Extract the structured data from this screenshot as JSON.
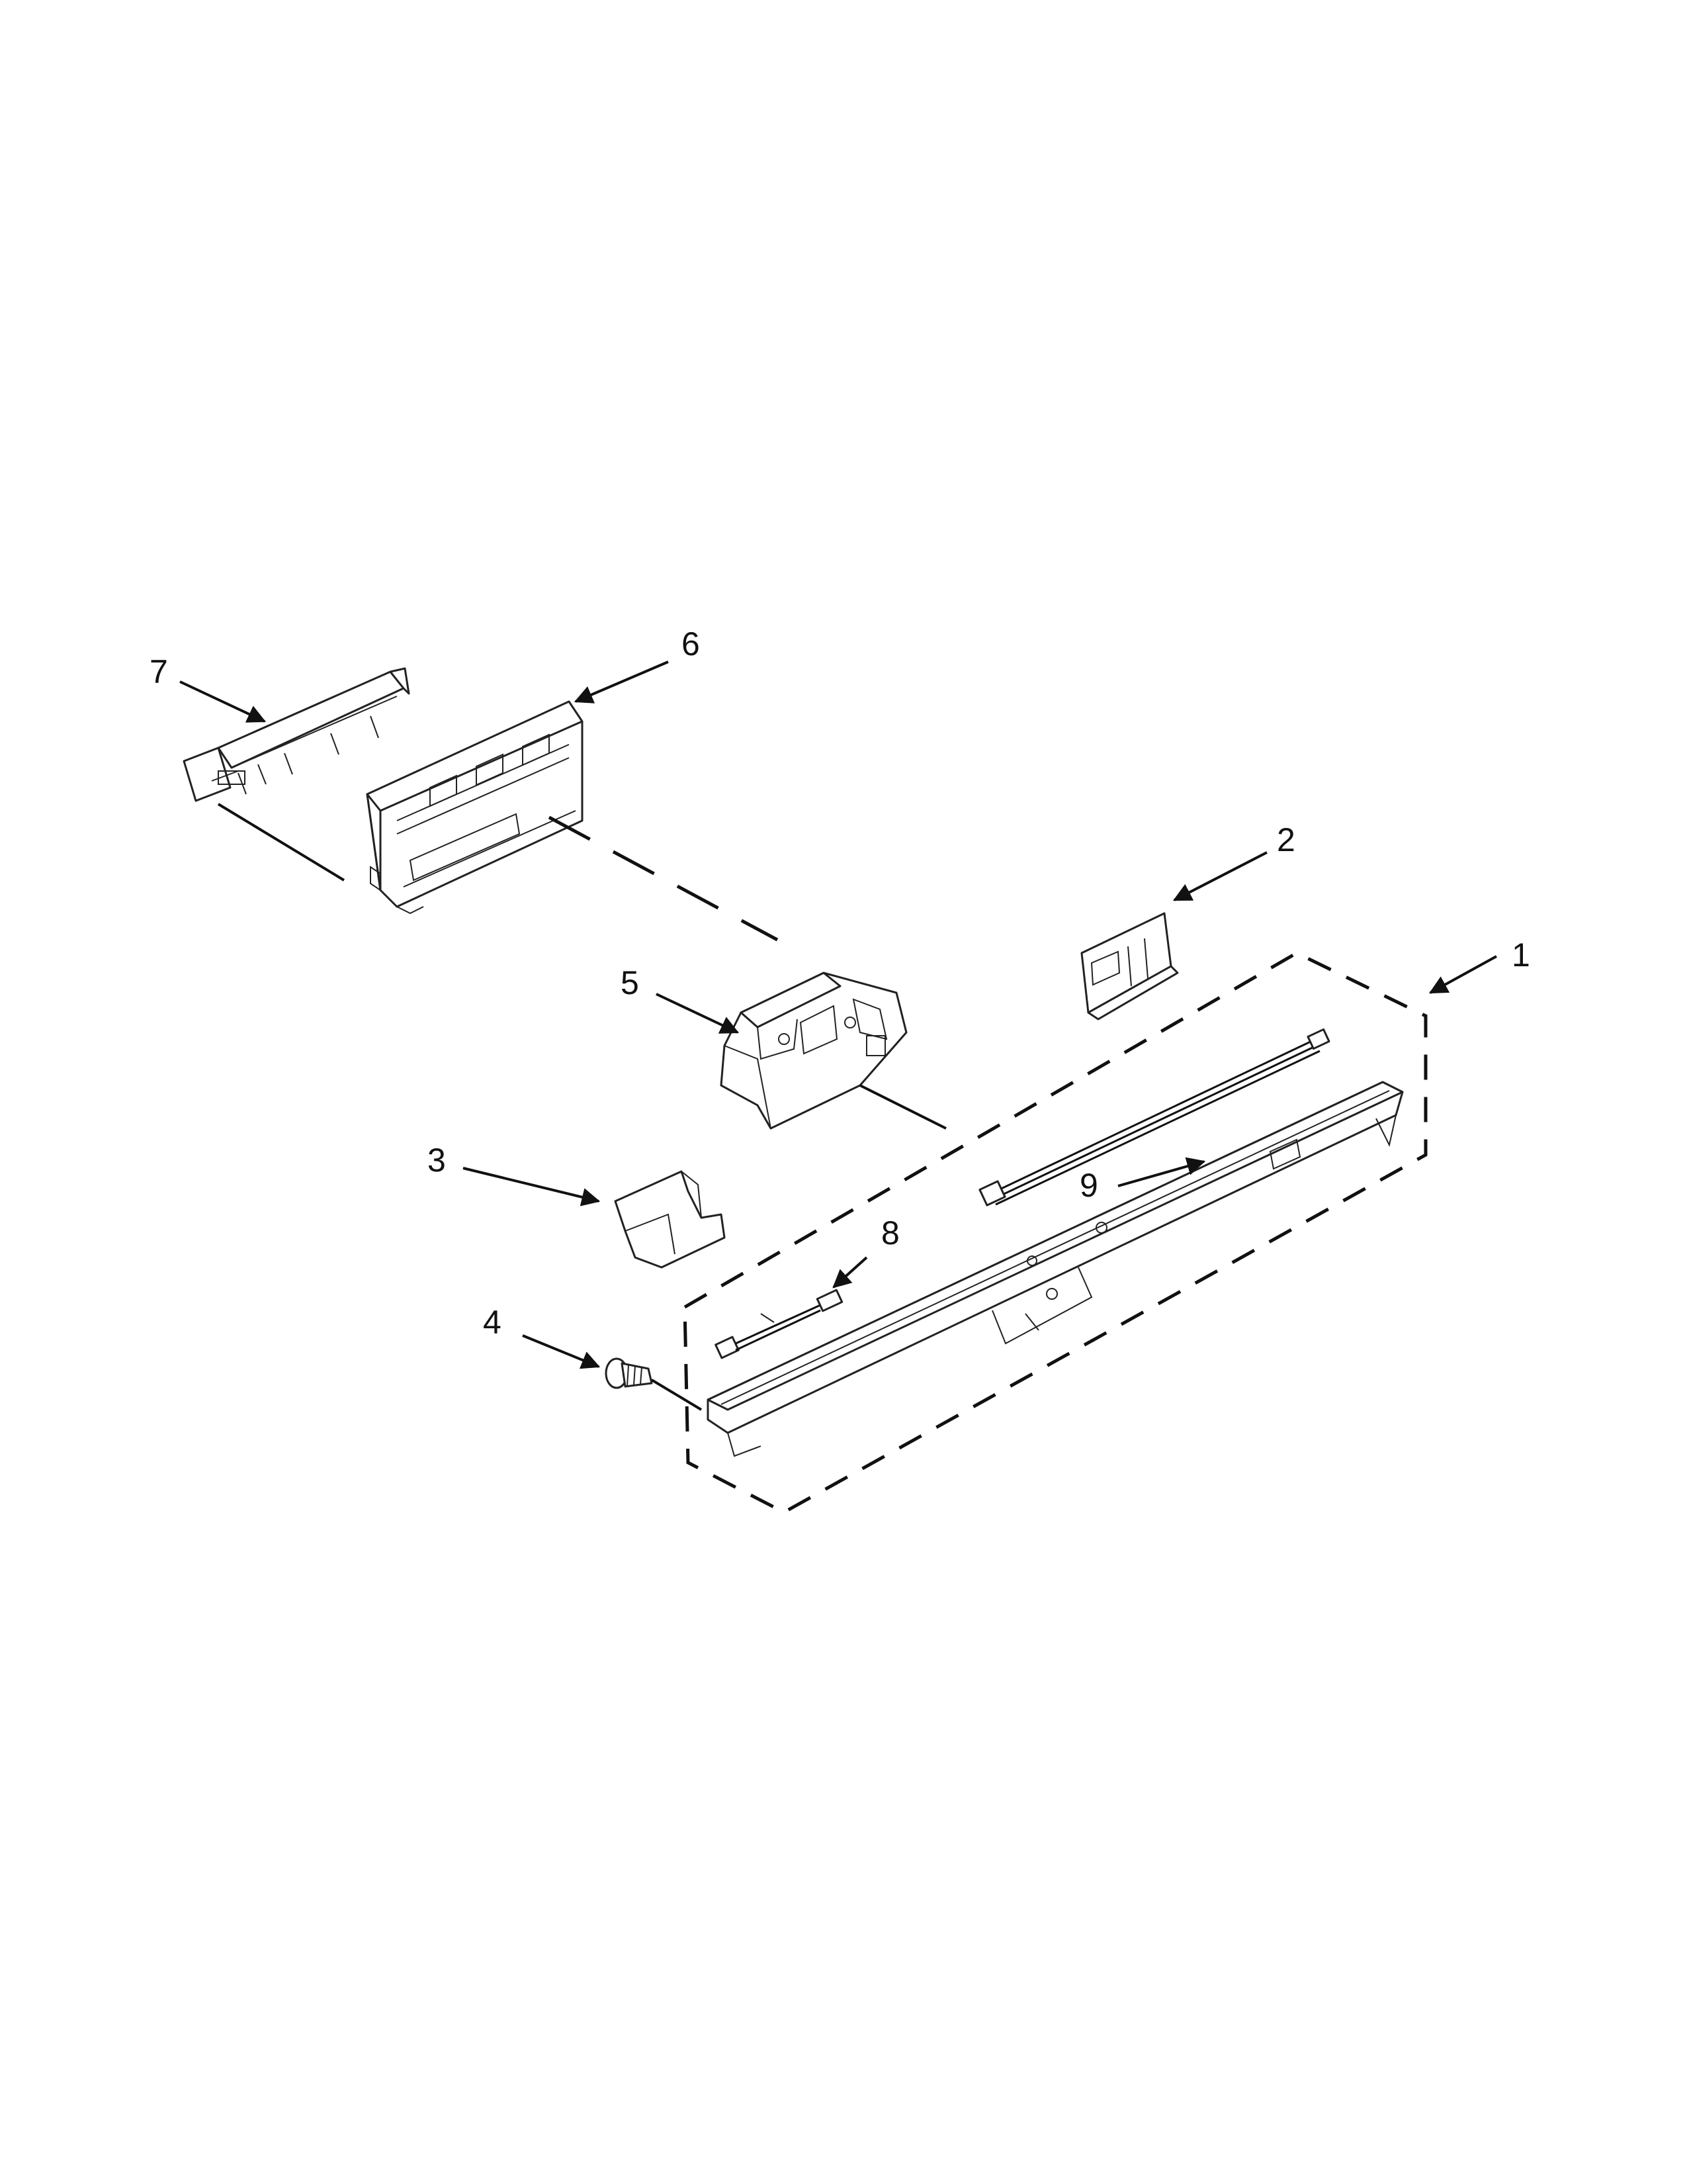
{
  "diagram": {
    "parts": [
      {
        "id": "1",
        "label": "1"
      },
      {
        "id": "2",
        "label": "2"
      },
      {
        "id": "3",
        "label": "3"
      },
      {
        "id": "4",
        "label": "4"
      },
      {
        "id": "5",
        "label": "5"
      },
      {
        "id": "6",
        "label": "6"
      },
      {
        "id": "7",
        "label": "7"
      },
      {
        "id": "8",
        "label": "8"
      },
      {
        "id": "9",
        "label": "9"
      }
    ]
  }
}
